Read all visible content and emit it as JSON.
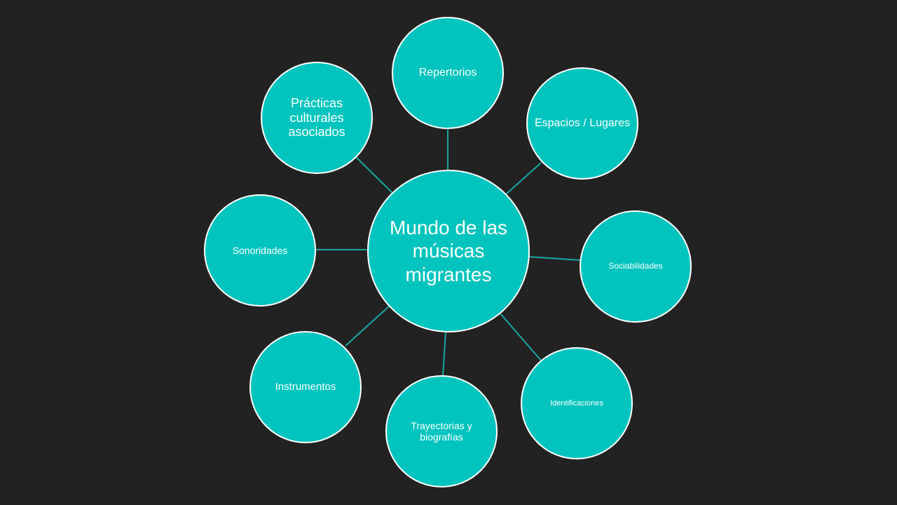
{
  "colors": {
    "background": "#222222",
    "node_fill": "#00c4bd",
    "node_border": "#ffffff",
    "connector": "#16a7a2",
    "text": "#ffffff"
  },
  "center": {
    "label": "Mundo de las músicas migrantes"
  },
  "nodes": {
    "repertorios": "Repertorios",
    "espacios": "Espacios / Lugares",
    "sociabilidades": "Sociabilidades",
    "identificaciones": "Identificaciones",
    "trayectorias": "Trayectorias y biografías",
    "instrumentos": "Instrumentos",
    "sonoridades": "Sonoridades",
    "practicas": "Prácticas culturales asociados"
  }
}
